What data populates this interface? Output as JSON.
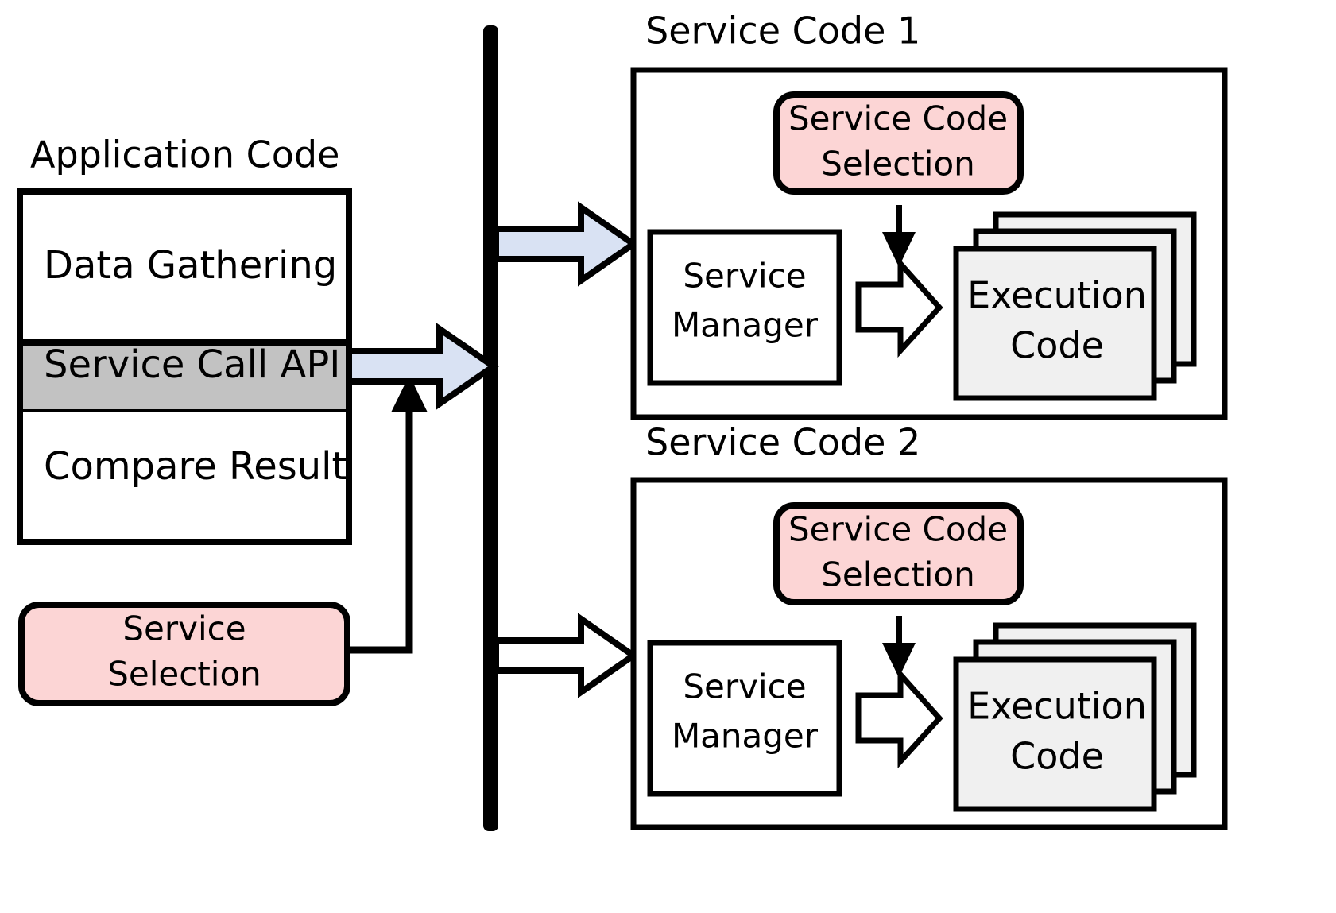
{
  "diagram": {
    "title_left": "Application Code",
    "application_code": {
      "label": "Application Code",
      "rows": [
        {
          "label": "Data Gathering",
          "fill": "#ffffff"
        },
        {
          "label": "Service Call API",
          "fill": "#c2c2c2"
        },
        {
          "label": "Compare Result",
          "fill": "#ffffff"
        }
      ]
    },
    "service_selection": {
      "label_line1": "Service",
      "label_line2": "Selection",
      "fill": "#fcd5d5"
    },
    "service_groups": [
      {
        "title": "Service Code 1",
        "selection": {
          "label_line1": "Service Code",
          "label_line2": "Selection",
          "fill": "#fcd5d5"
        },
        "manager": {
          "label_line1": "Service",
          "label_line2": "Manager"
        },
        "execution": {
          "label_line1": "Execution",
          "label_line2": "Code",
          "fill": "#f0f0f0",
          "stack_count": 3
        },
        "inbound_arrow_fill": "#d9e2f3"
      },
      {
        "title": "Service Code 2",
        "selection": {
          "label_line1": "Service Code",
          "label_line2": "Selection",
          "fill": "#fcd5d5"
        },
        "manager": {
          "label_line1": "Service",
          "label_line2": "Manager"
        },
        "execution": {
          "label_line1": "Execution",
          "label_line2": "Code",
          "fill": "#f0f0f0",
          "stack_count": 3
        },
        "inbound_arrow_fill": "#ffffff"
      }
    ],
    "colors": {
      "pink": "#fcd5d5",
      "gray_band": "#c2c2c2",
      "blue_arrow": "#d9e2f3",
      "exec_card": "#f0f0f0",
      "outline": "#000000"
    }
  }
}
